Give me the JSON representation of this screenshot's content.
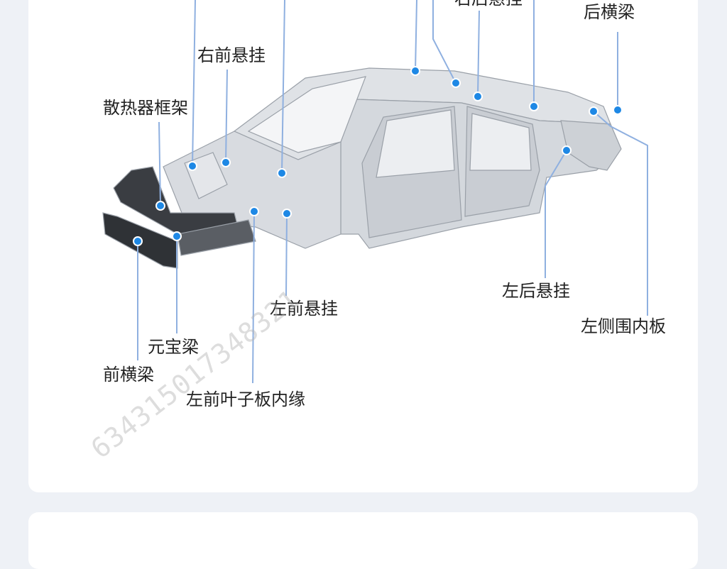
{
  "diagram": {
    "labels": {
      "top_cut": "右后悬挂",
      "right_front_suspension": "右前悬挂",
      "radiator_frame": "散热器框架",
      "rear_crossbeam": "后横梁",
      "left_rear_suspension": "左后悬挂",
      "left_side_inner_panel": "左侧围内板",
      "left_front_suspension": "左前悬挂",
      "yuanbao_beam": "元宝梁",
      "front_crossbeam": "前横梁",
      "left_front_fender_inner_edge": "左前叶子板内缘"
    },
    "watermark": "634315017348321",
    "colors": {
      "leader_line": "#8fb0e0",
      "dot": "#1e88e5",
      "card": "#ffffff",
      "background": "#eef1f6"
    }
  }
}
